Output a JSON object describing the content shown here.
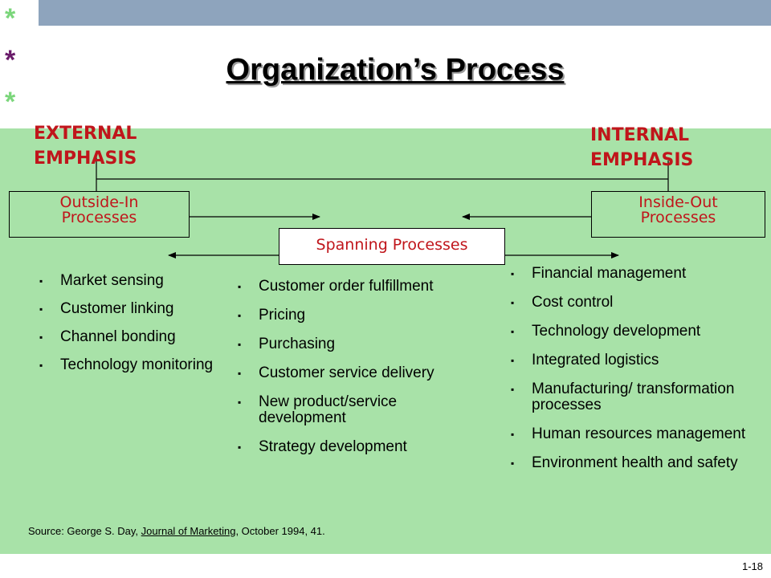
{
  "title": "Organization’s Process",
  "decor": {
    "stars": [
      "*",
      "*",
      "*"
    ],
    "top_bar_color": "#8ea4bd",
    "panel_color": "#a8e2a8",
    "label_color": "#c0151b"
  },
  "labels": {
    "external": [
      "EXTERNAL",
      "EMPHASIS"
    ],
    "internal": [
      "INTERNAL",
      "EMPHASIS"
    ]
  },
  "boxes": {
    "outside_in": [
      "Outside-In",
      "Processes"
    ],
    "inside_out": [
      "Inside-Out",
      "Processes"
    ],
    "spanning": "Spanning Processes"
  },
  "bullet_glyph": "▪",
  "lists": {
    "outside_in": [
      "Market sensing",
      "Customer linking",
      "Channel bonding",
      "Technology monitoring"
    ],
    "spanning": [
      "Customer order fulfillment",
      "Pricing",
      "Purchasing",
      "Customer service delivery",
      "New product/service development",
      "Strategy development"
    ],
    "inside_out": [
      "Financial management",
      "Cost control",
      "Technology development",
      "Integrated logistics",
      "Manufacturing/ transformation processes",
      "Human resources management",
      "Environment health and safety"
    ]
  },
  "source": {
    "prefix": "Source:  George S. Day, ",
    "journal": "Journal of Marketing",
    "suffix": ", October 1994, 41."
  },
  "page_number": "1-18"
}
